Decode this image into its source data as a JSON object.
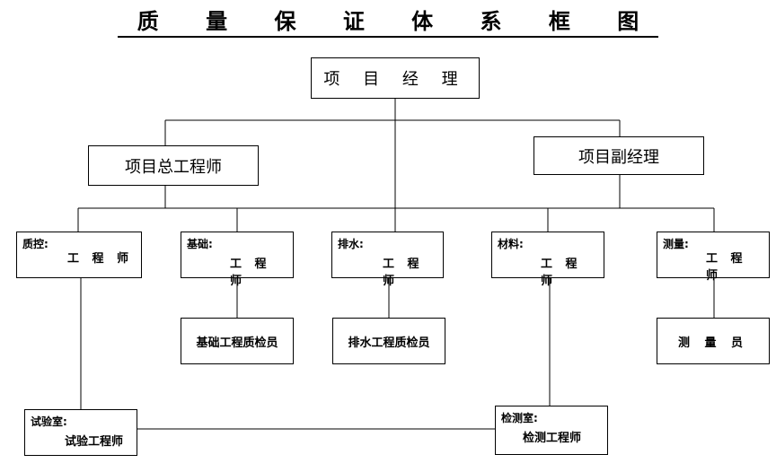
{
  "title": "质 量 保 证 体 系 框 图",
  "nodes": {
    "pm": "项 目 经 理",
    "chief_engineer": "项目总工程师",
    "deputy_pm": "项目副经理",
    "qc": {
      "label": "质控:",
      "role": "工 程 师"
    },
    "foundation": {
      "label": "基础:",
      "role": "工 程 师"
    },
    "drainage": {
      "label": "排水:",
      "role": "工 程 师"
    },
    "materials": {
      "label": "材料:",
      "role": "工 程 师"
    },
    "survey": {
      "label": "测量:",
      "role": "工 程 师"
    },
    "foundation_inspector": "基础工程质检员",
    "drainage_inspector": "排水工程质检员",
    "surveyor": "测 量 员",
    "lab": {
      "label": "试验室:",
      "role": "试验工程师"
    },
    "testing": {
      "label": "检测室:",
      "role": "检测工程师"
    }
  }
}
